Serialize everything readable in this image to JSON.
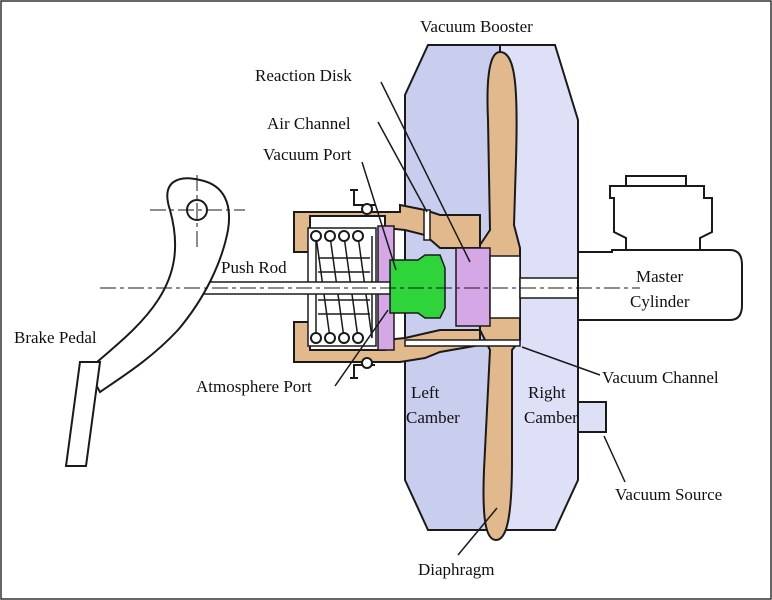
{
  "labels": {
    "vacuum_booster": "Vacuum Booster",
    "reaction_disk": "Reaction Disk",
    "air_channel": "Air Channel",
    "vacuum_port": "Vacuum Port",
    "push_rod": "Push Rod",
    "brake_pedal": "Brake Pedal",
    "atmosphere_port": "Atmosphere Port",
    "left_camber_1": "Left",
    "left_camber_2": "Camber",
    "right_camber_1": "Right",
    "right_camber_2": "Camber",
    "master_cylinder_1": "Master",
    "master_cylinder_2": "Cylinder",
    "vacuum_channel": "Vacuum Channel",
    "vacuum_source": "Vacuum Source",
    "diaphragm": "Diaphragm"
  },
  "colors": {
    "housing": "#c9cdee",
    "housing_right": "#dde0f7",
    "diaphragm": "#e2b98c",
    "piston": "#e2b98c",
    "valve": "#2fd33a",
    "reaction": "#d5a7e6",
    "outline": "#1a1a1a"
  }
}
